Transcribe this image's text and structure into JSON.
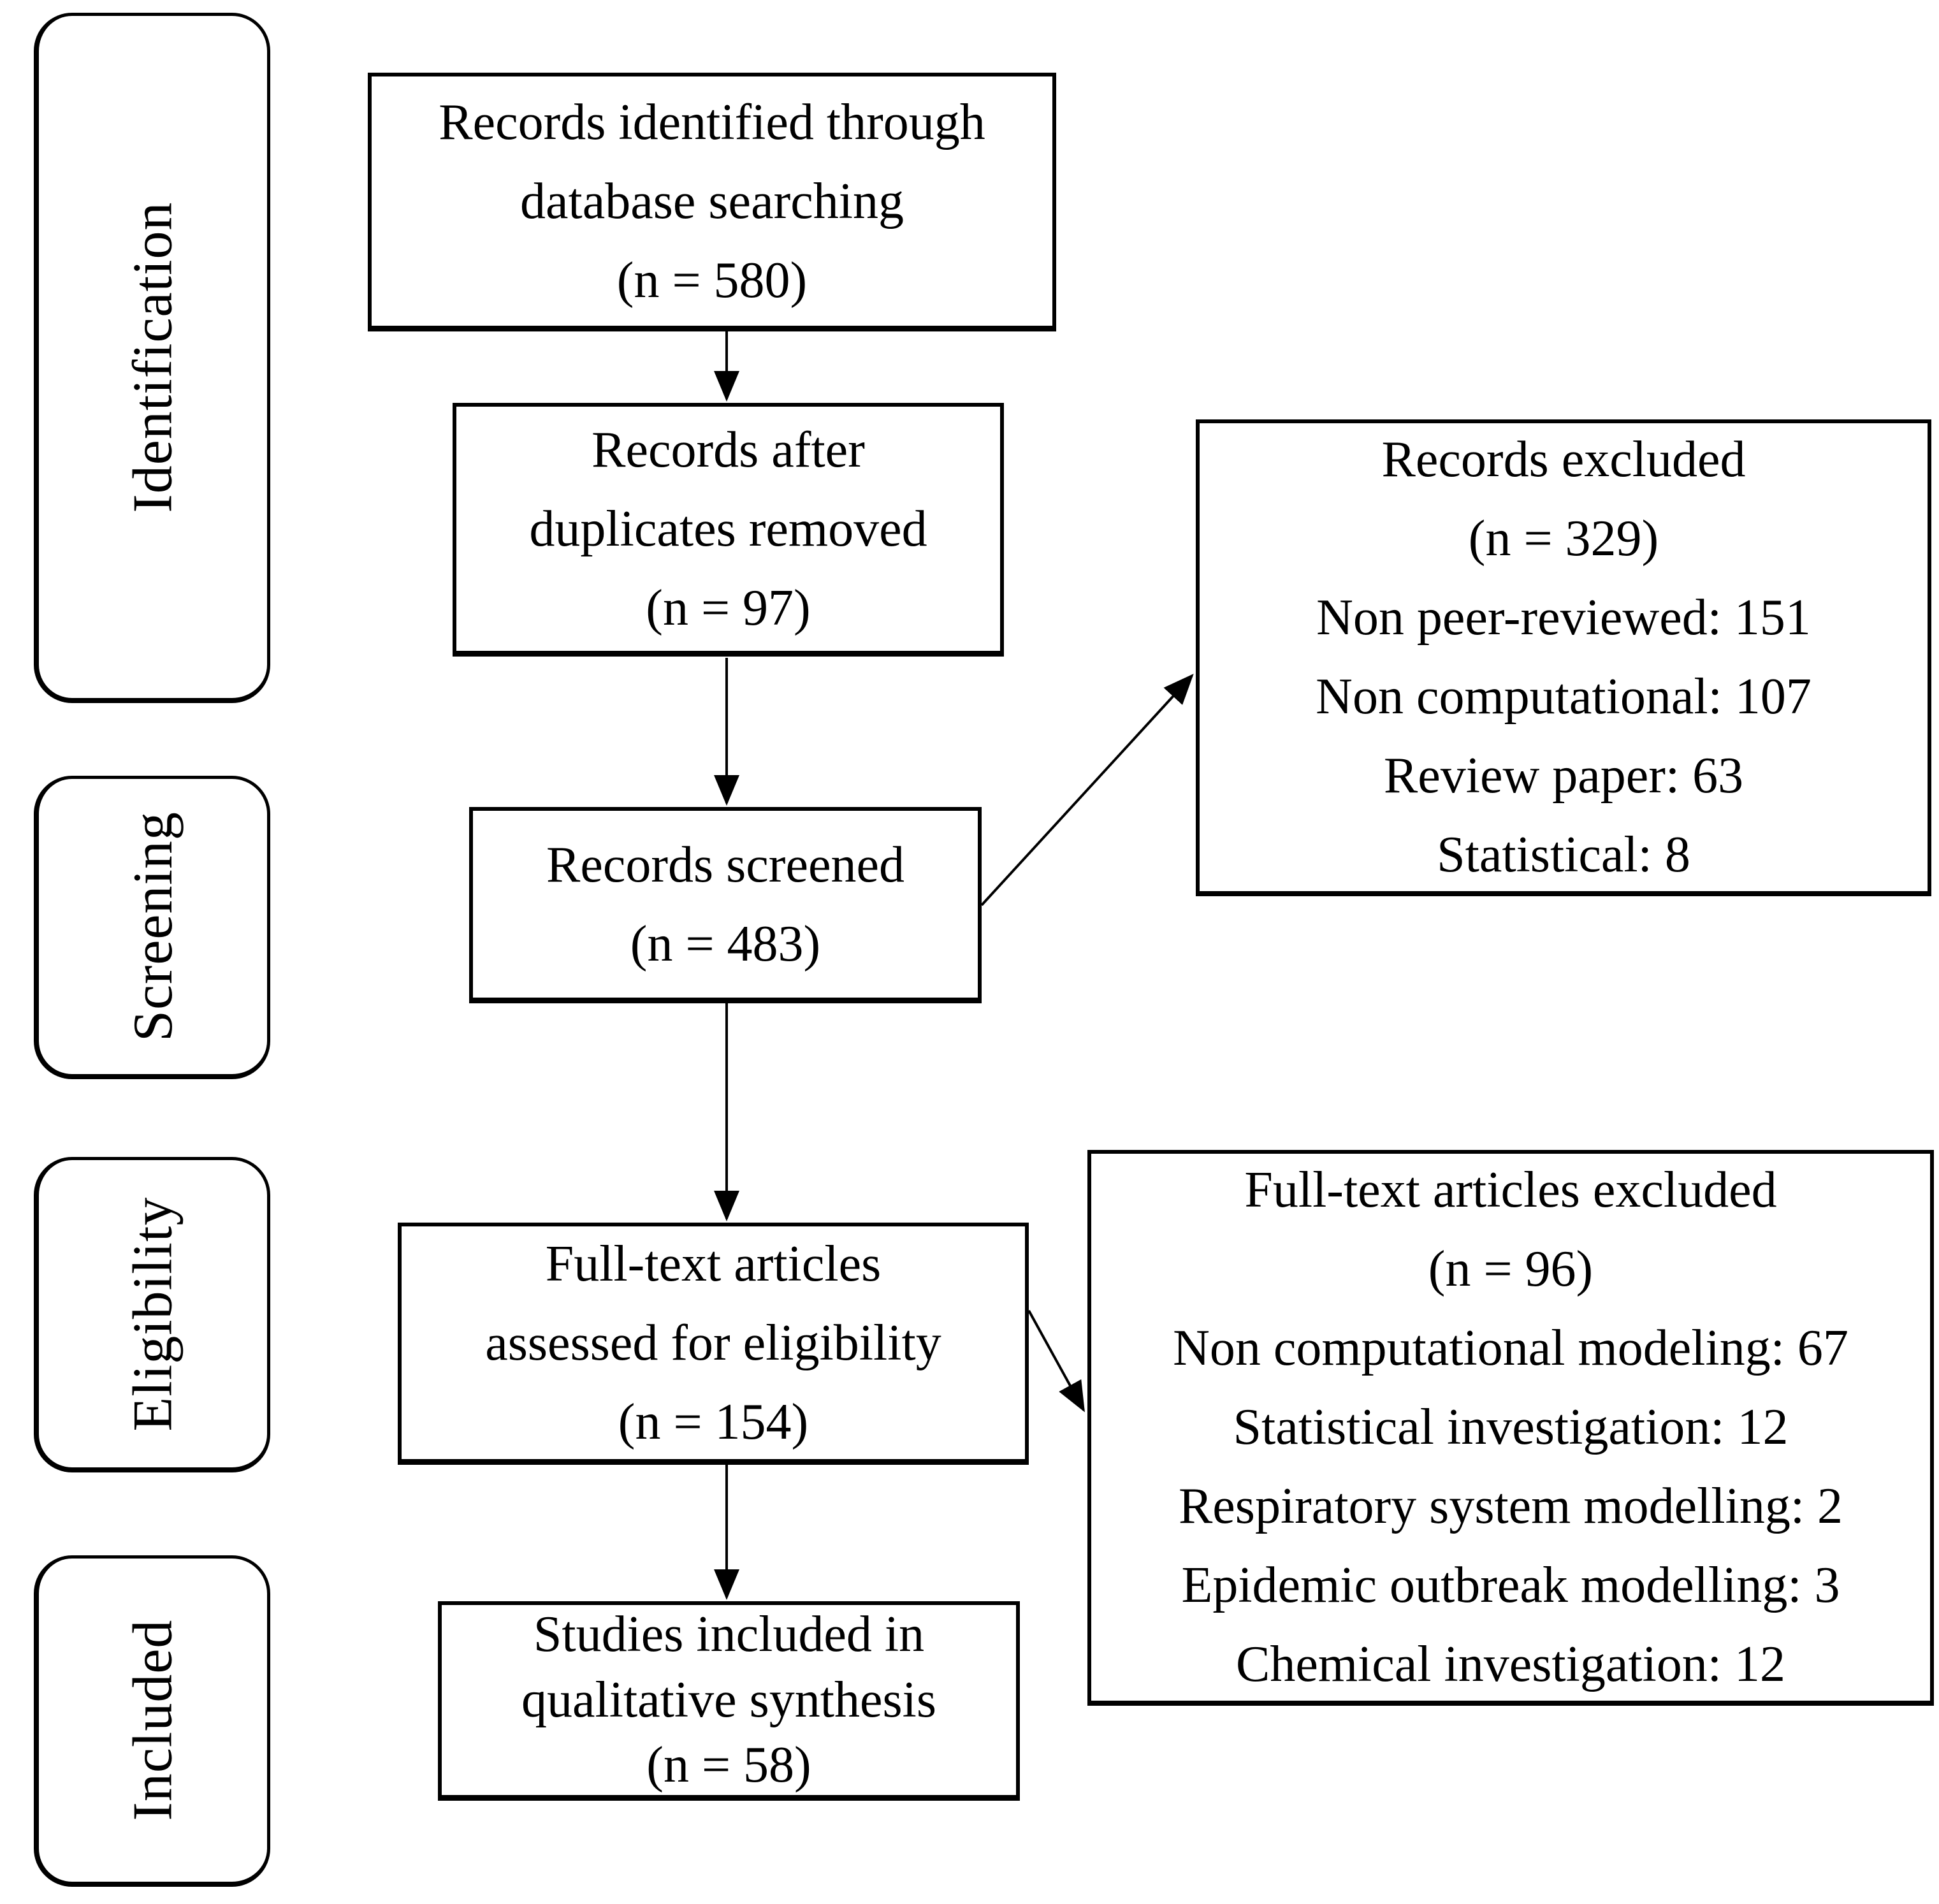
{
  "sidebar": {
    "stages": [
      {
        "label": "Identification"
      },
      {
        "label": "Screening"
      },
      {
        "label": "Eligibility"
      },
      {
        "label": "Included"
      }
    ]
  },
  "flow": {
    "identified": {
      "text": "Records identified through\ndatabase searching",
      "count": "(n = 580)"
    },
    "deduplicated": {
      "text": "Records after\nduplicates removed",
      "count": "(n = 97)"
    },
    "screened": {
      "text": "Records screened",
      "count": "(n = 483)"
    },
    "fulltext": {
      "text": "Full-text articles\nassessed for eligibility",
      "count": "(n = 154)"
    },
    "included": {
      "text": "Studies included in\nqualitative synthesis",
      "count": "(n = 58)"
    }
  },
  "exclusions": {
    "records": {
      "title": "Records excluded",
      "count": "(n = 329)",
      "reasons": [
        "Non peer-reviewed: 151",
        "Non computational: 107",
        "Review paper: 63",
        "Statistical: 8"
      ]
    },
    "fulltext": {
      "title": "Full-text articles excluded",
      "count": "(n = 96)",
      "reasons": [
        "Non computational modeling: 67",
        "Statistical investigation: 12",
        "Respiratory system modelling: 2",
        "Epidemic outbreak modelling: 3",
        "Chemical investigation: 12"
      ]
    }
  }
}
